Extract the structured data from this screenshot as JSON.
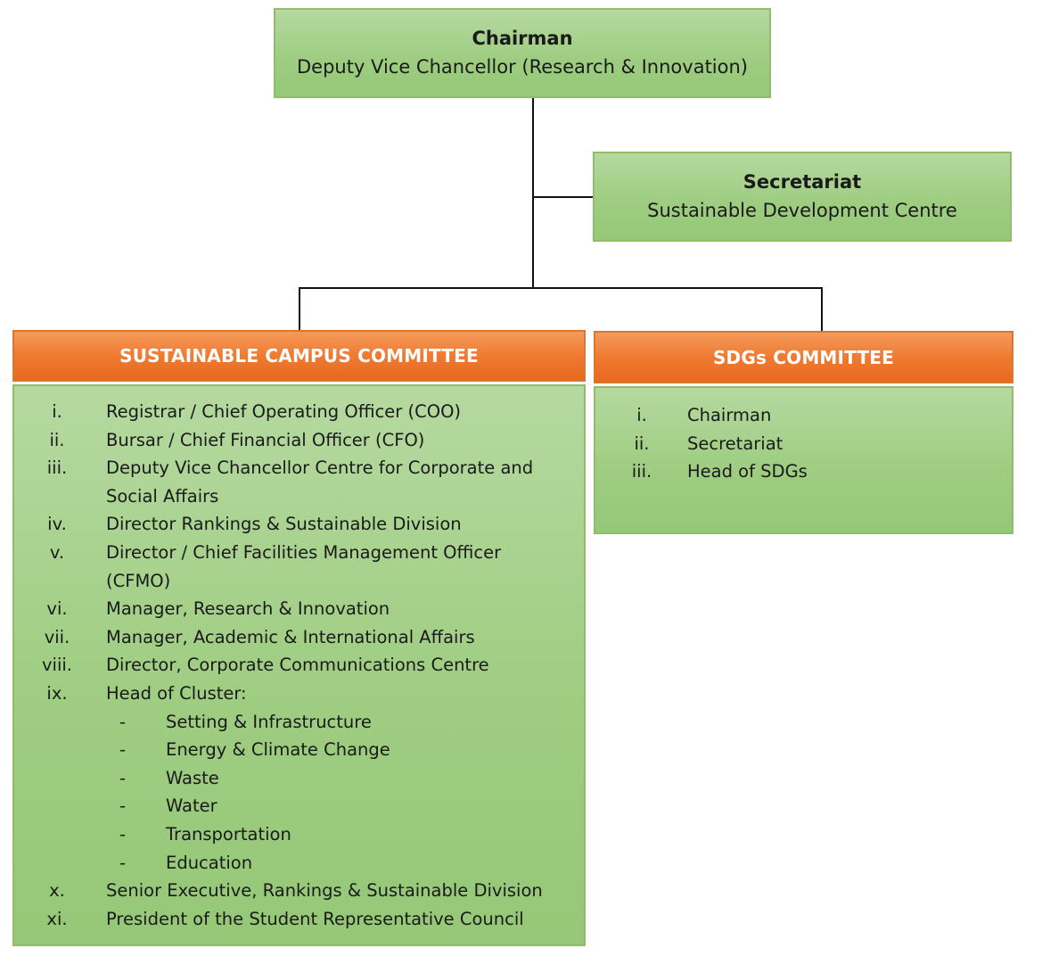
{
  "chairman": {
    "title": "Chairman",
    "subtitle": "Deputy Vice Chancellor (Research & Innovation)"
  },
  "secretariat": {
    "title": "Secretariat",
    "subtitle": "Sustainable Development Centre"
  },
  "campus_committee": {
    "title": "SUSTAINABLE CAMPUS COMMITTEE",
    "items": [
      {
        "num": "i.",
        "lines": [
          "Registrar / Chief Operating Officer (COO)"
        ]
      },
      {
        "num": "ii.",
        "lines": [
          "Bursar / Chief Financial Officer (CFO)"
        ]
      },
      {
        "num": "iii.",
        "lines": [
          "Deputy Vice Chancellor Centre for Corporate and",
          "Social Affairs"
        ]
      },
      {
        "num": "iv.",
        "lines": [
          "Director Rankings & Sustainable Division"
        ]
      },
      {
        "num": "v.",
        "lines": [
          "Director / Chief Facilities Management Officer",
          "(CFMO)"
        ]
      },
      {
        "num": "vi.",
        "lines": [
          "Manager, Research & Innovation"
        ]
      },
      {
        "num": "vii.",
        "lines": [
          "Manager, Academic & International Affairs"
        ]
      },
      {
        "num": "viii.",
        "lines": [
          "Director, Corporate Communications Centre"
        ]
      },
      {
        "num": "ix.",
        "lines": [
          "Head of Cluster:"
        ]
      },
      {
        "dash": "-",
        "text": "Setting & Infrastructure"
      },
      {
        "dash": "-",
        "text": "Energy & Climate Change"
      },
      {
        "dash": "-",
        "text": "Waste"
      },
      {
        "dash": "-",
        "text": "Water"
      },
      {
        "dash": "-",
        "text": "Transportation"
      },
      {
        "dash": "-",
        "text": "Education"
      },
      {
        "num": "x.",
        "lines": [
          "Senior Executive, Rankings & Sustainable Division"
        ]
      },
      {
        "num": "xi.",
        "lines": [
          "President of the Student Representative Council"
        ]
      }
    ]
  },
  "sdgs_committee": {
    "title": "SDGs COMMITTEE",
    "items": [
      {
        "num": "i.",
        "lines": [
          "Chairman"
        ]
      },
      {
        "num": "ii.",
        "lines": [
          "Secretariat"
        ]
      },
      {
        "num": "iii.",
        "lines": [
          "Head of SDGs"
        ]
      }
    ]
  }
}
